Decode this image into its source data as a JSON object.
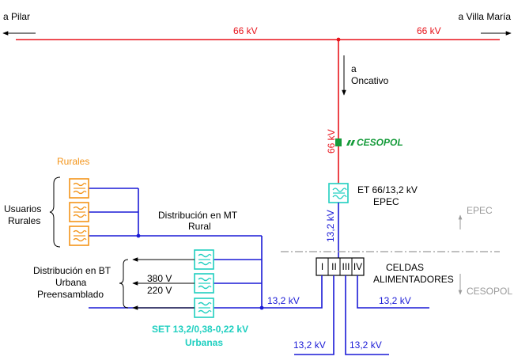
{
  "colors": {
    "mt66": "#e8141b",
    "mt13": "#1a1ad6",
    "rural": "#f39419",
    "urban": "#1fcfc0",
    "boundary": "#9a9a9a",
    "cesopol": "#159b3a"
  },
  "line_66kv": {
    "left_dest": "a Pilar",
    "right_dest": "a Villa María",
    "voltage_left": "66 kV",
    "voltage_right": "66 kV",
    "branch_dest_line1": "a",
    "branch_dest_line2": "Oncativo",
    "branch_voltage": "66 kV"
  },
  "cesopol_logo": "CESOPOL",
  "substation": {
    "label_line1": "ET 66/13,2 kV",
    "label_line2": "EPEC",
    "feed_voltage": "13,2 kV"
  },
  "boundary": {
    "upper": "EPEC",
    "lower": "CESOPOL"
  },
  "celdas": {
    "label_line1": "CELDAS",
    "label_line2": "ALIMENTADORES",
    "cells": [
      "I",
      "II",
      "III",
      "IV"
    ]
  },
  "feeders": {
    "right": "13,2 kV",
    "bottom_left": "13,2 kV",
    "bottom_right": "13,2 kV",
    "left": "13,2 kV"
  },
  "rural": {
    "title": "Rurales",
    "users_line1": "Usuarios",
    "users_line2": "Rurales",
    "dist_line1": "Distribución en MT",
    "dist_line2": "Rural"
  },
  "urban": {
    "dist_line1": "Distribución en BT",
    "dist_line2": "Urbana",
    "dist_line3": "Preensamblado",
    "v380": "380 V",
    "v220": "220 V",
    "set_line1": "SET 13,2/0,38-0,22 kV",
    "set_line2": "Urbanas"
  }
}
